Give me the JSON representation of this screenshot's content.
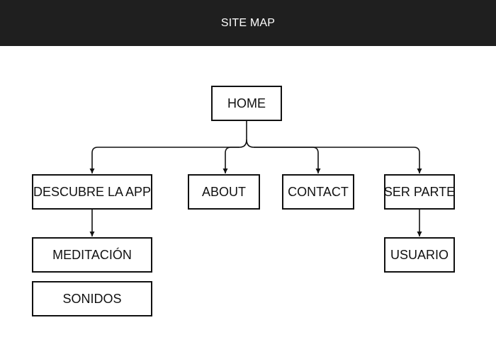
{
  "header": {
    "title": "SITE MAP"
  },
  "nodes": {
    "home": "HOME",
    "descubre": "DESCUBRE LA APP",
    "about": "ABOUT",
    "contact": "CONTACT",
    "ser_parte": "SER PARTE",
    "meditacion": "MEDITACIÓN",
    "sonidos": "SONIDOS",
    "usuario": "USUARIO"
  },
  "links": [
    {
      "from": "home",
      "to": "descubre"
    },
    {
      "from": "home",
      "to": "about"
    },
    {
      "from": "home",
      "to": "contact"
    },
    {
      "from": "home",
      "to": "ser_parte"
    },
    {
      "from": "descubre",
      "to": "meditacion"
    },
    {
      "from": "ser_parte",
      "to": "usuario"
    }
  ]
}
